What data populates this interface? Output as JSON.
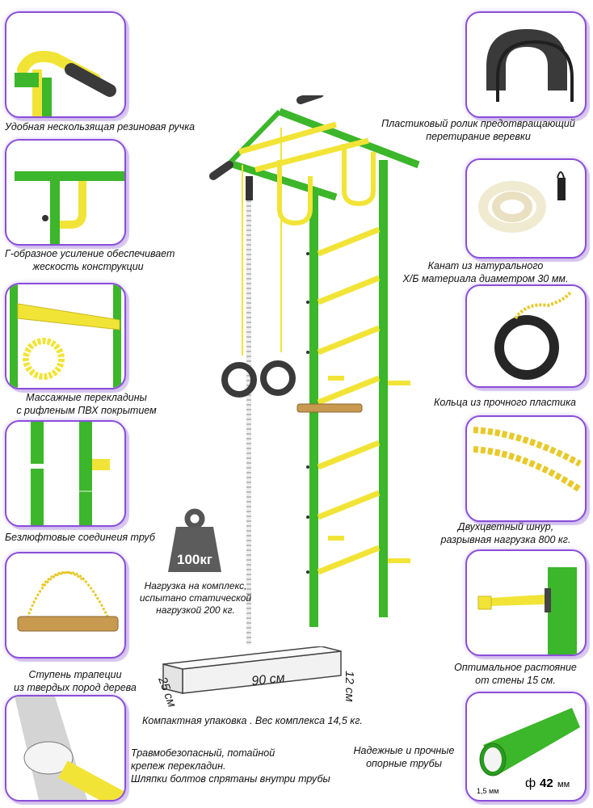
{
  "features_left": [
    {
      "label": "Удобная нескользящая резиновая ручка"
    },
    {
      "label_line1": "Г-образное усиление обеспечивает",
      "label_line2": "жескость конструкции"
    },
    {
      "label_line1": "Массажные перекладины",
      "label_line2": "с рифленым ПВХ покрытием"
    },
    {
      "label": "Безлюфтовые соединеия труб"
    },
    {
      "label_line1": "Ступень трапеции",
      "label_line2": "из твердых пород дерева"
    },
    {
      "label_line1": "Травмобезопасный, потайной",
      "label_line2": "крепеж перекладин.",
      "label_line3": "Шляпки болтов спрятаны внутри трубы"
    }
  ],
  "features_right": [
    {
      "label_line1": "Пластиковый ролик предотвращающий",
      "label_line2": "перетирание веревки"
    },
    {
      "label_line1": "Канат из натурального",
      "label_line2": "Х/Б материала диаметром 30 мм."
    },
    {
      "label": "Кольца из прочного пластика"
    },
    {
      "label_line1": "Двухцветный шнур,",
      "label_line2": "разрывная нагрузка 800 кг."
    },
    {
      "label_line1": "Оптимальное растояние",
      "label_line2": "от стены 15 см."
    },
    {
      "label_line1": "Надежные и прочные",
      "label_line2": "опорные трубы",
      "thickness": "1,5 мм",
      "diameter_symbol": "ф",
      "diameter_value": "42",
      "diameter_unit": "мм"
    }
  ],
  "load": {
    "weight_label": "100кг",
    "line1": "Нагрузка на комплекс,",
    "line2": "испытано статической",
    "line3": "нагрузкой 200 кг."
  },
  "package": {
    "length": "90 см",
    "width": "25 см",
    "height": "12 см",
    "caption": "Компактная упаковка . Вес комплекса 14,5 кг."
  },
  "colors": {
    "frame_green": "#3cb62a",
    "rung_yellow": "#f2e436",
    "border_purple": "#8a4fd8"
  }
}
